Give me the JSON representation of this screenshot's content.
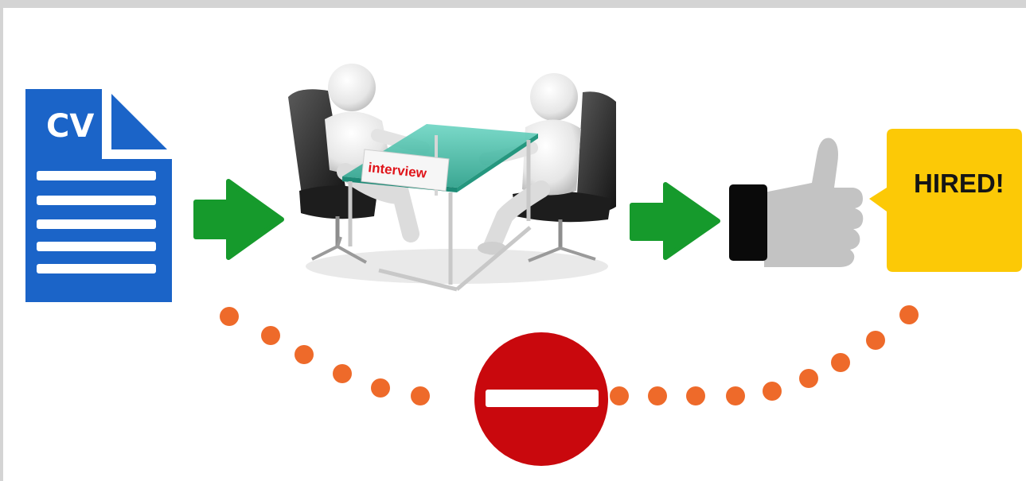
{
  "diagram": {
    "steps": [
      {
        "id": "cv",
        "label": "CV",
        "icon": "cv-document-icon"
      },
      {
        "id": "interview",
        "label": "interview",
        "icon": "interview-meeting-icon"
      },
      {
        "id": "hired",
        "label": "HIRED!",
        "icon": "thumbs-up-icon"
      }
    ],
    "connectors": [
      "arrow-right-icon",
      "arrow-right-icon"
    ],
    "bypass": {
      "style": "dotted-arc",
      "icon": "no-entry-icon"
    },
    "colors": {
      "cv_blue": "#1b64c8",
      "arrow_green": "#169a2c",
      "thumb_grey": "#c3c3c3",
      "cuff_black": "#0a0a0a",
      "bubble_yellow": "#fcc906",
      "dots_orange": "#ee6a2a",
      "no_entry_red": "#c9080d",
      "interview_red": "#e0141a",
      "table_teal": "#2fb8a0"
    }
  }
}
